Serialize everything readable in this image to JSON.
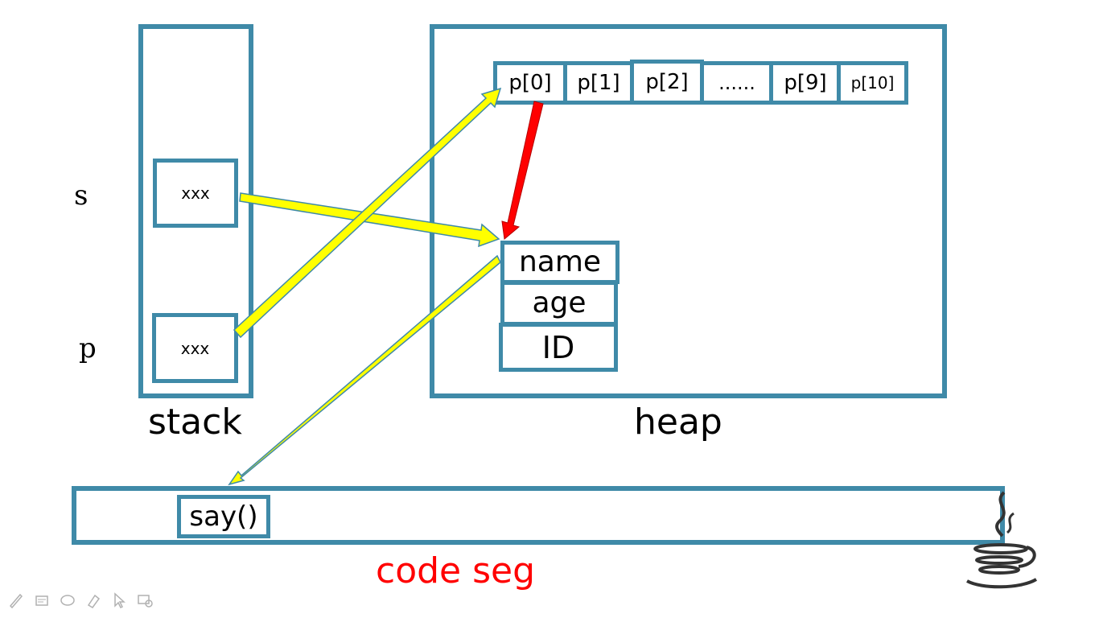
{
  "stack": {
    "title": "stack",
    "vars": [
      {
        "name": "s",
        "value": "xxx"
      },
      {
        "name": "p",
        "value": "xxx"
      }
    ]
  },
  "heap": {
    "title": "heap",
    "array_cells": [
      "p[0]",
      "p[1]",
      "p[2]",
      "......",
      "p[9]",
      "p[10]"
    ],
    "object_fields": [
      "name",
      "age",
      "ID"
    ]
  },
  "code_seg": {
    "title": "code seg",
    "method": "say()"
  },
  "colors": {
    "border": "#3f8aa8",
    "ref_arrow": "#ffff00",
    "element_arrow": "#ff0000",
    "code_seg_title": "#ff0000"
  },
  "icons": [
    "java-logo-icon",
    "pen-icon",
    "highlighter-icon",
    "eraser-icon",
    "ink-icon",
    "pointer-icon",
    "screen-icon"
  ]
}
